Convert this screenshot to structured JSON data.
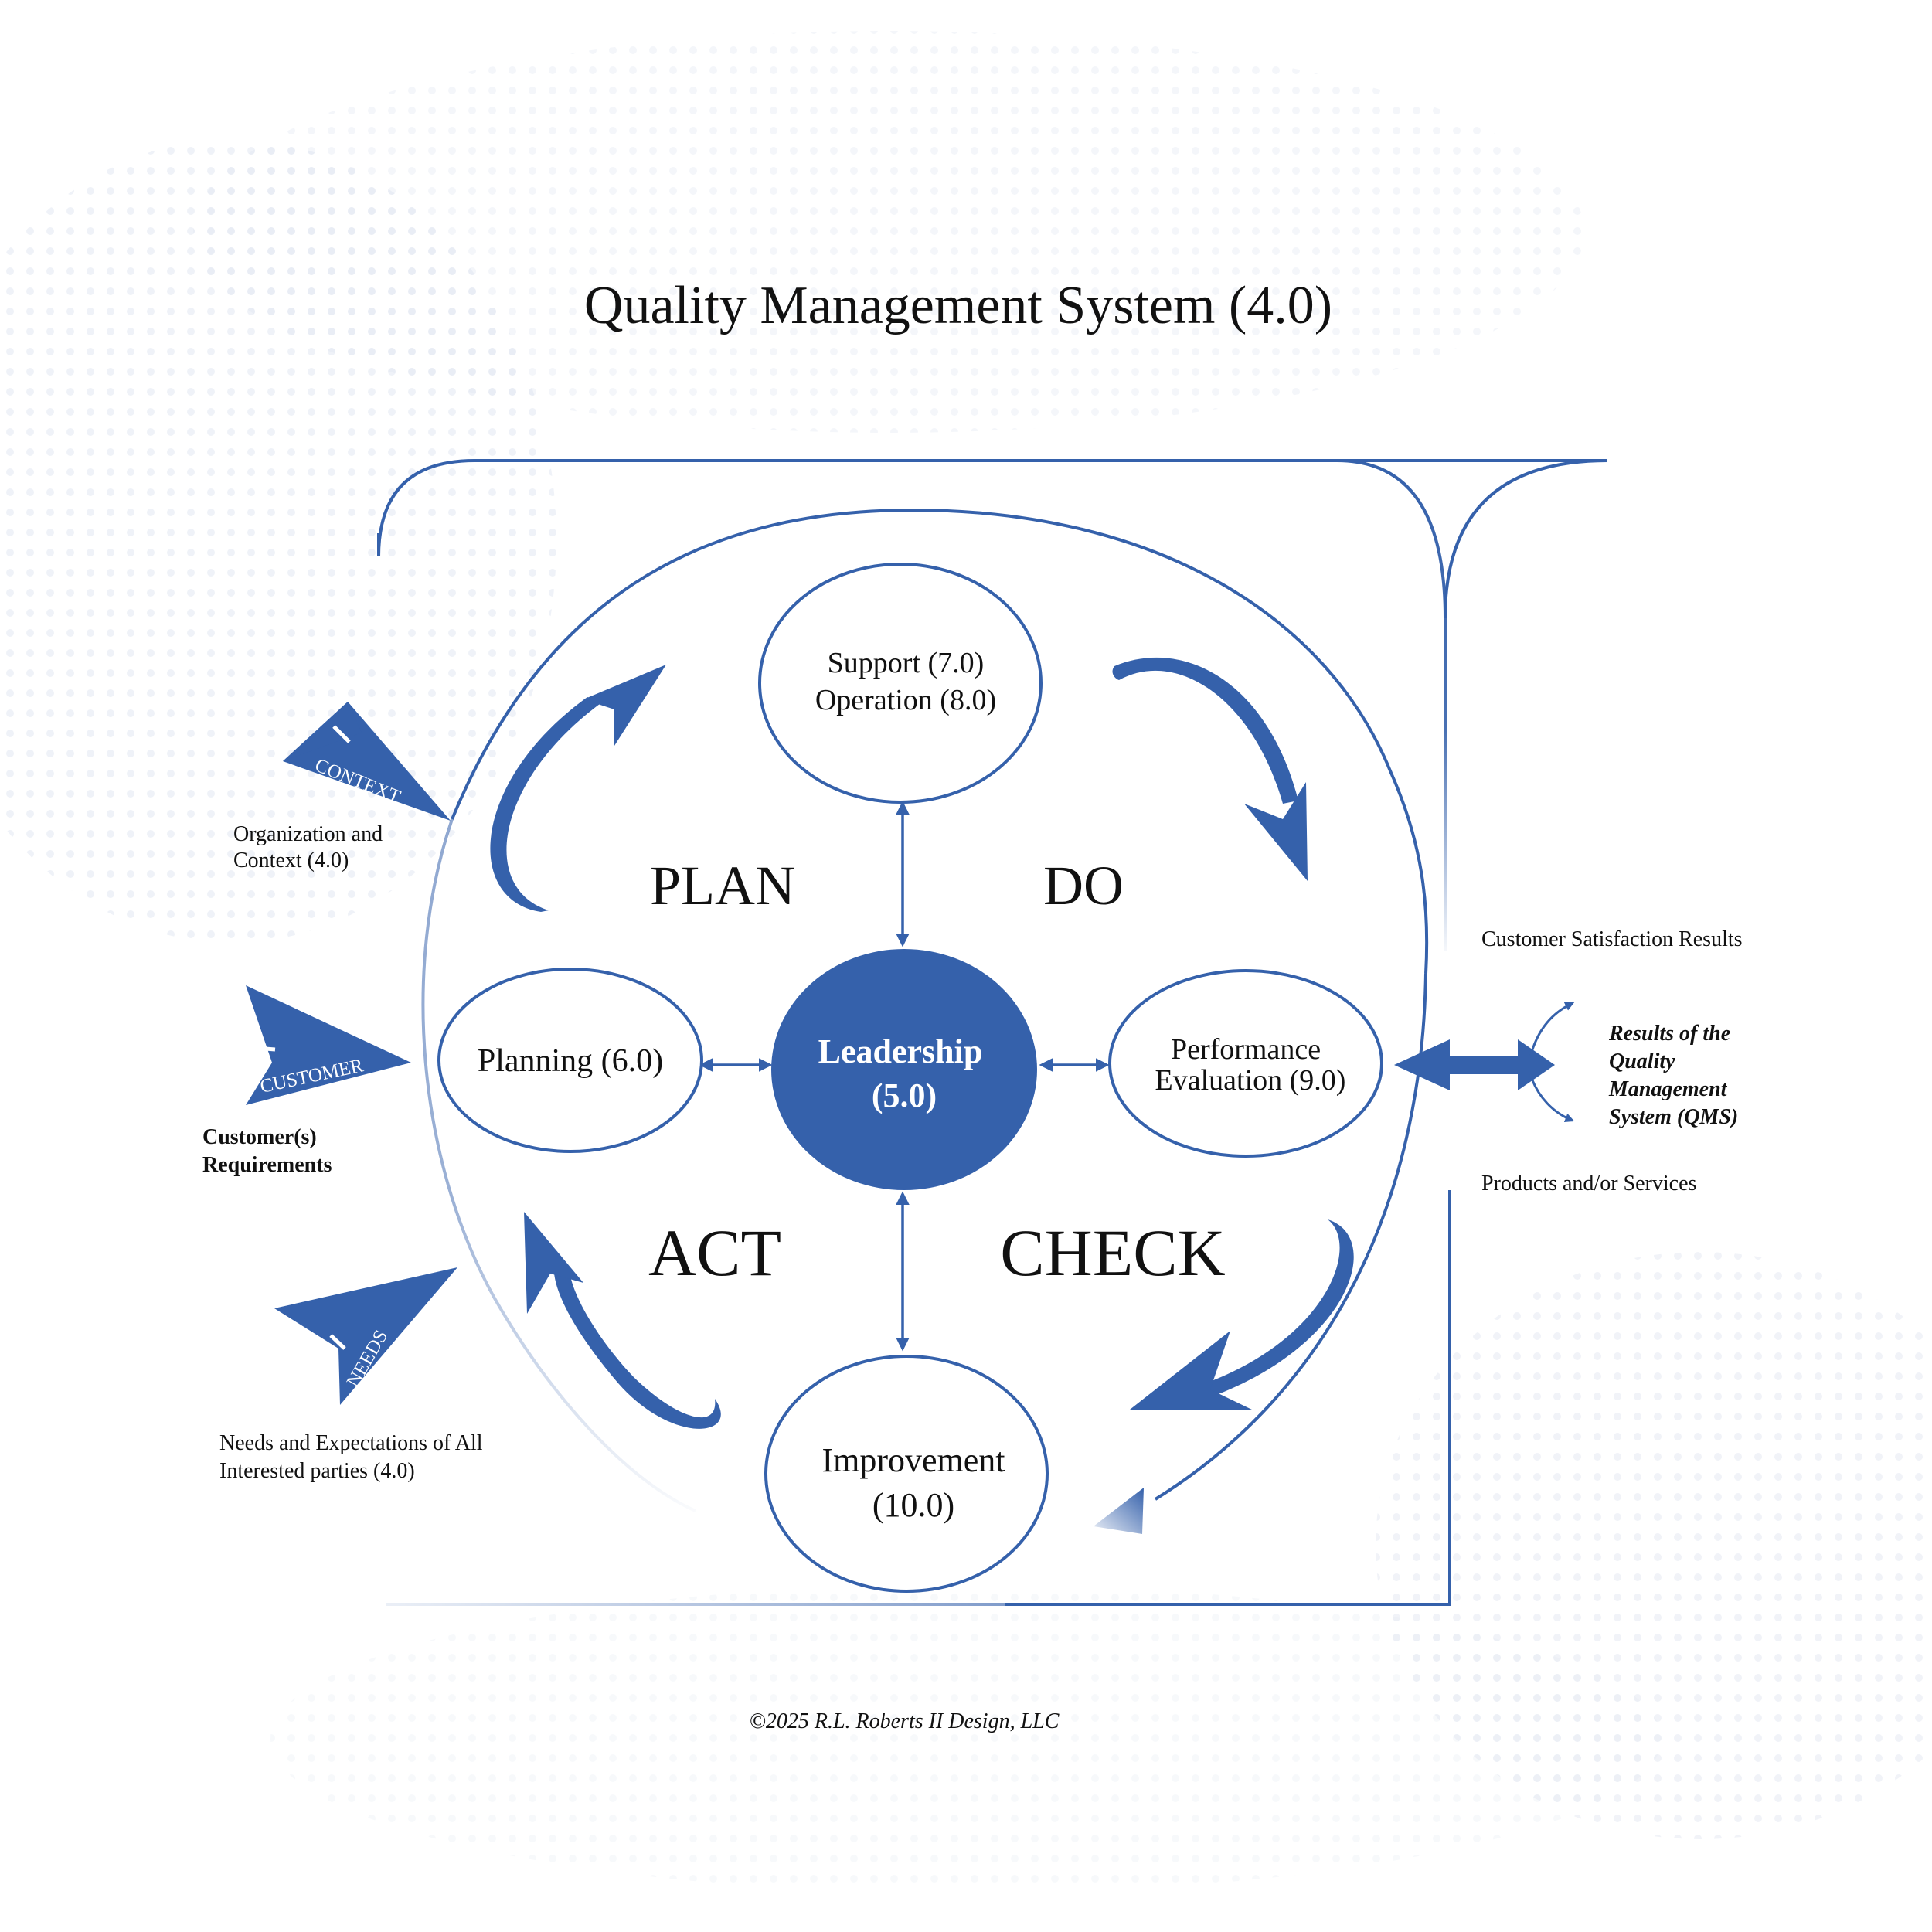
{
  "title": "Quality Management System (4.0)",
  "nodes": {
    "support": {
      "line1": "Support (7.0)",
      "line2": "Operation (8.0)"
    },
    "planning": {
      "label": "Planning (6.0)"
    },
    "leadership": {
      "line1": "Leadership",
      "line2": "(5.0)"
    },
    "performance": {
      "line1": "Performance",
      "line2": "Evaluation (9.0)"
    },
    "improvement": {
      "line1": "Improvement",
      "line2": "(10.0)"
    }
  },
  "phases": {
    "plan": "PLAN",
    "do": "DO",
    "act": "ACT",
    "check": "CHECK"
  },
  "inputs": {
    "context": {
      "arrow_label": "CONTEXT",
      "line1": "Organization and",
      "line2": "Context (4.0)"
    },
    "customer": {
      "arrow_label": "CUSTOMER",
      "line1": "Customer(s)",
      "line2": "Requirements"
    },
    "needs": {
      "arrow_label": "NEEDS",
      "line1": "Needs and Expectations of All",
      "line2": "Interested parties (4.0)"
    }
  },
  "outputs": {
    "satisfaction": "Customer Satisfaction Results",
    "products": "Products and/or Services",
    "results": {
      "line1": "Results of the",
      "line2": "Quality",
      "line3": "Management",
      "line4": "System (QMS)"
    }
  },
  "copyright": "©2025 R.L. Roberts II Design, LLC",
  "colors": {
    "primary": "#3561ab",
    "text": "#111111",
    "background": "#ffffff"
  }
}
